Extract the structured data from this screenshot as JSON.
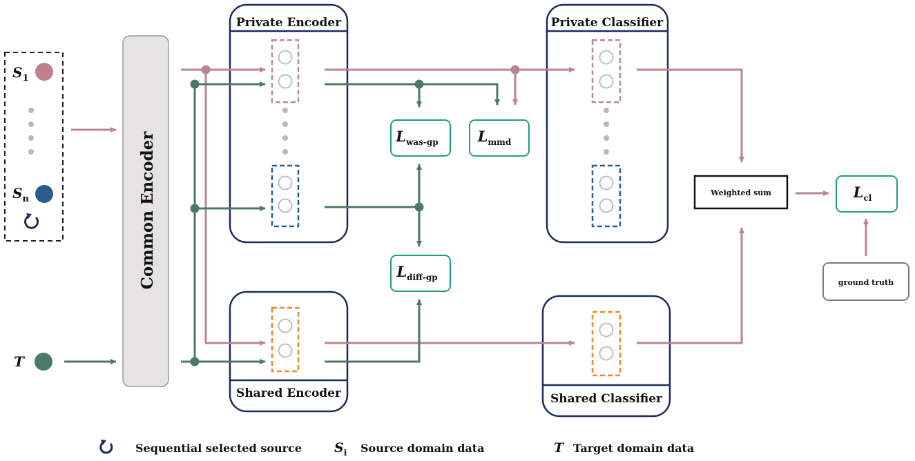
{
  "sources": {
    "s1_main": "S",
    "s1_sub": "1",
    "sn_main": "S",
    "sn_sub": "n",
    "t_label": "T"
  },
  "blocks": {
    "common_encoder": "Common Encoder",
    "private_encoder": "Private Encoder",
    "private_classifier": "Private Classifier",
    "shared_encoder": "Shared Encoder",
    "shared_classifier": "Shared Classifier",
    "weighted_sum": "Weighted sum",
    "ground_truth": "ground truth"
  },
  "losses": {
    "was_gp_main": "L",
    "was_gp_sub": "was-gp",
    "mmd_main": "L",
    "mmd_sub": "mmd",
    "diff_gp_main": "L",
    "diff_gp_sub": "diff-gp",
    "cl_main": "L",
    "cl_sub": "cl"
  },
  "legend": {
    "sequential": "Sequential selected source",
    "si_main": "S",
    "si_sub": "i",
    "source_domain": "Source domain data",
    "t_main": "T",
    "target_domain": "Target domain data"
  },
  "colors": {
    "source1": "#bf7f8c",
    "source_n": "#2b5d8c",
    "target": "#4a7a69",
    "navy": "#1c2b5e",
    "teal": "#1f9c86",
    "orange": "#e8892e",
    "arrow_pink": "#bc8390",
    "arrow_green": "#4a7a66"
  }
}
